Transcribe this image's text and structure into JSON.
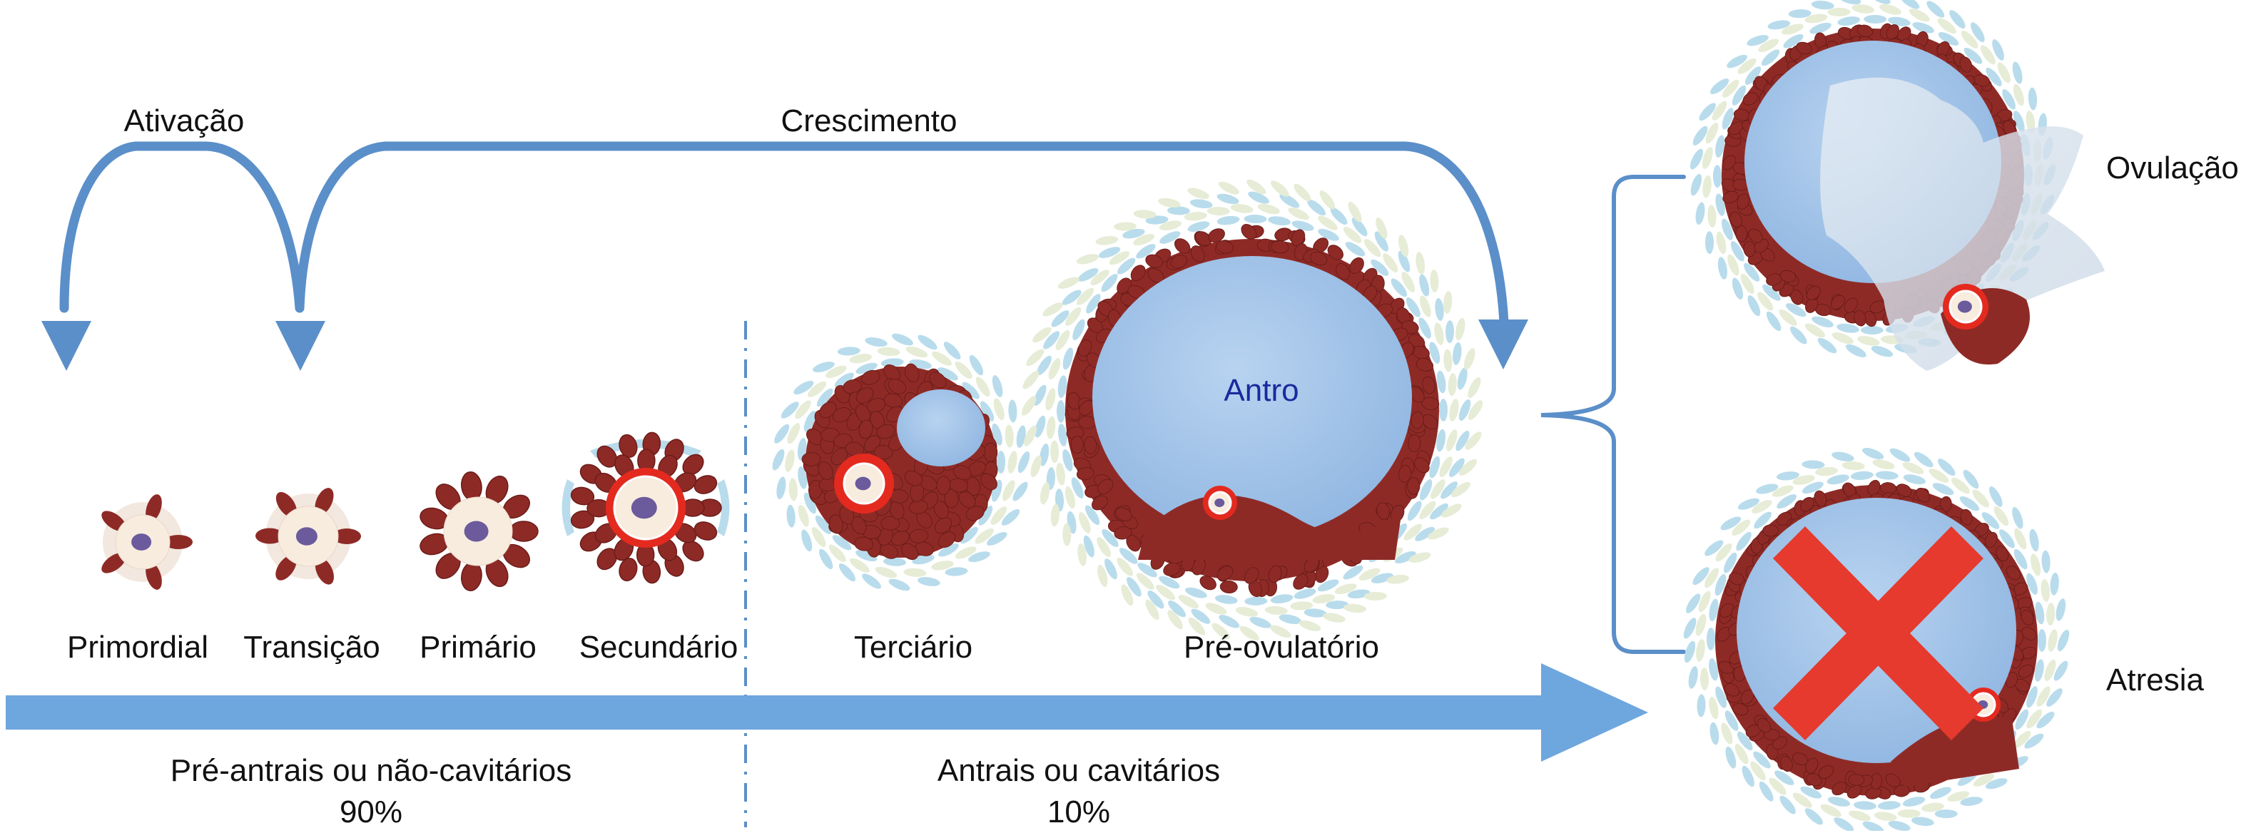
{
  "arrows": {
    "activation_label": "Ativação",
    "growth_label": "Crescimento"
  },
  "stages": {
    "primordial": "Primordial",
    "transition": "Transição",
    "primary": "Primário",
    "secondary": "Secundário",
    "tertiary": "Terciário",
    "preovulatory": "Pré-ovulatório"
  },
  "antrum_label": "Antro",
  "groups": {
    "preantral": {
      "label": "Pré-antrais ou não-cavitários",
      "percent": "90%"
    },
    "antral": {
      "label": "Antrais ou cavitários",
      "percent": "10%"
    }
  },
  "outcomes": {
    "ovulation": "Ovulação",
    "atresia": "Atresia"
  },
  "colors": {
    "arrow_blue": "#5b8fc9",
    "bar_blue": "#6ea6de",
    "granulosa_red": "#8e2a26",
    "oocyte_cream": "#f8ecdf",
    "nucleus_purple": "#6b5a9c",
    "zona_red": "#e42a1f",
    "antrum_blue": "#a8c8ea",
    "theca_blue": "#b9dcec",
    "theca_cream": "#e6ecd6",
    "atresia_cross": "#e53a2d"
  }
}
